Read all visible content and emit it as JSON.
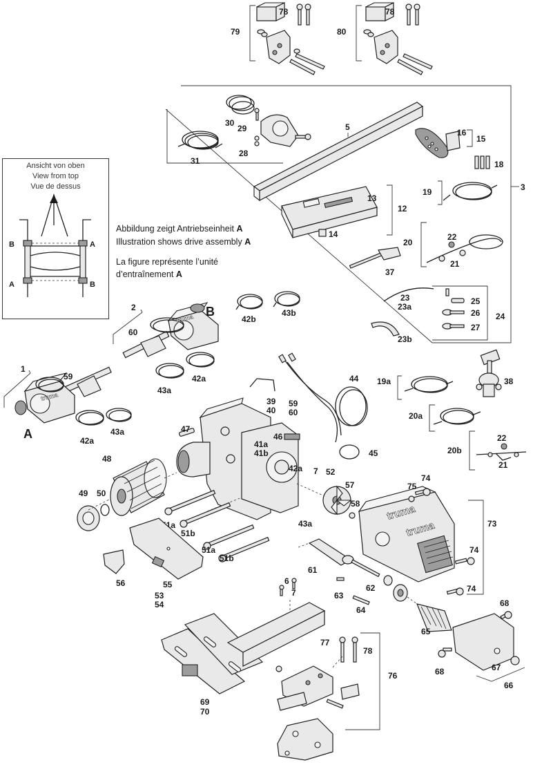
{
  "inset": {
    "line1": "Ansicht von oben",
    "line2": "View from top",
    "line3": "Vue de dessus",
    "marker_b": "B",
    "marker_a": "A"
  },
  "caption": {
    "de_text": "Abbildung zeigt Antriebseinheit ",
    "de_letter": "A",
    "en_text": "Illustration shows drive assembly ",
    "en_letter": "A",
    "fr_line1": "La figure représente l’unité",
    "fr_line2_text": "d’entraînement ",
    "fr_line2_letter": "A"
  },
  "drive_letters": {
    "a": "A",
    "b": "B"
  },
  "brand": {
    "text": "truma"
  },
  "parts": {
    "p1": "1",
    "p2": "2",
    "p3": "3",
    "p5": "5",
    "p6": "6",
    "p7": "7",
    "p7b": "7",
    "p12": "12",
    "p13": "13",
    "p14": "14",
    "p15": "15",
    "p16": "16",
    "p18": "18",
    "p19": "19",
    "p19a": "19a",
    "p20": "20",
    "p20a": "20a",
    "p20b": "20b",
    "p21": "21",
    "p21b": "21",
    "p22": "22",
    "p22b": "22",
    "p23": "23",
    "p23a": "23a",
    "p23b": "23b",
    "p24": "24",
    "p25": "25",
    "p26": "26",
    "p27": "27",
    "p28": "28",
    "p29": "29",
    "p30": "30",
    "p31": "31",
    "p37": "37",
    "p38": "38",
    "p39": "39",
    "p40": "40",
    "p41a": "41a",
    "p41b": "41b",
    "p42a": "42a",
    "p42a2": "42a",
    "p42a3": "42a",
    "p42b": "42b",
    "p43a": "43a",
    "p43a2": "43a",
    "p43a3": "43a",
    "p43b": "43b",
    "p44": "44",
    "p45": "45",
    "p46": "46",
    "p47": "47",
    "p48": "48",
    "p49": "49",
    "p50": "50",
    "p51a": "51a",
    "p51a2": "51a",
    "p51b": "51b",
    "p51b2": "51b",
    "p52": "52",
    "p53": "53",
    "p54": "54",
    "p55": "55",
    "p56": "56",
    "p57": "57",
    "p58": "58",
    "p59": "59",
    "p59b": "59",
    "p60": "60",
    "p60b": "60",
    "p61": "61",
    "p62": "62",
    "p63": "63",
    "p64": "64",
    "p65": "65",
    "p66": "66",
    "p67": "67",
    "p68": "68",
    "p68b": "68",
    "p69": "69",
    "p70": "70",
    "p73": "73",
    "p74": "74",
    "p74b": "74",
    "p74c": "74",
    "p75": "75",
    "p76": "76",
    "p77": "77",
    "p78": "78",
    "p78b": "78",
    "p78c": "78",
    "p79": "79",
    "p80": "80"
  }
}
